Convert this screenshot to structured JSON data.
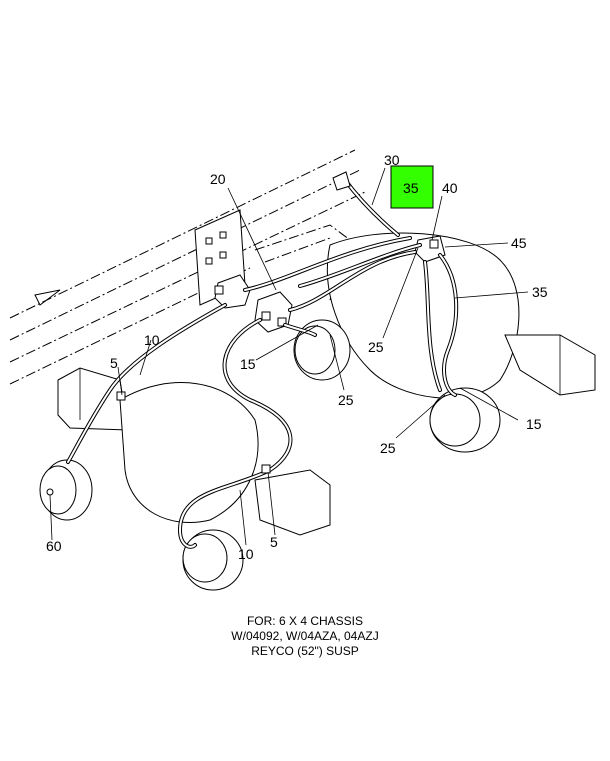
{
  "callouts": {
    "c30": "30",
    "c35_highlight": "35",
    "c40": "40",
    "c45": "45",
    "c35": "35",
    "c20": "20",
    "c25_left": "25",
    "c25_mid": "25",
    "c25_right": "25",
    "c15_left": "15",
    "c15_right": "15",
    "c10_top": "10",
    "c10_bottom": "10",
    "c5_top": "5",
    "c5_bottom": "5",
    "c60": "60"
  },
  "highlight_color": "#33ff00",
  "caption": {
    "line1": "FOR: 6 X 4 CHASSIS",
    "line2": "W/04092, W/04AZA, 04AZJ",
    "line3": "REYCO (52\") SUSP"
  }
}
